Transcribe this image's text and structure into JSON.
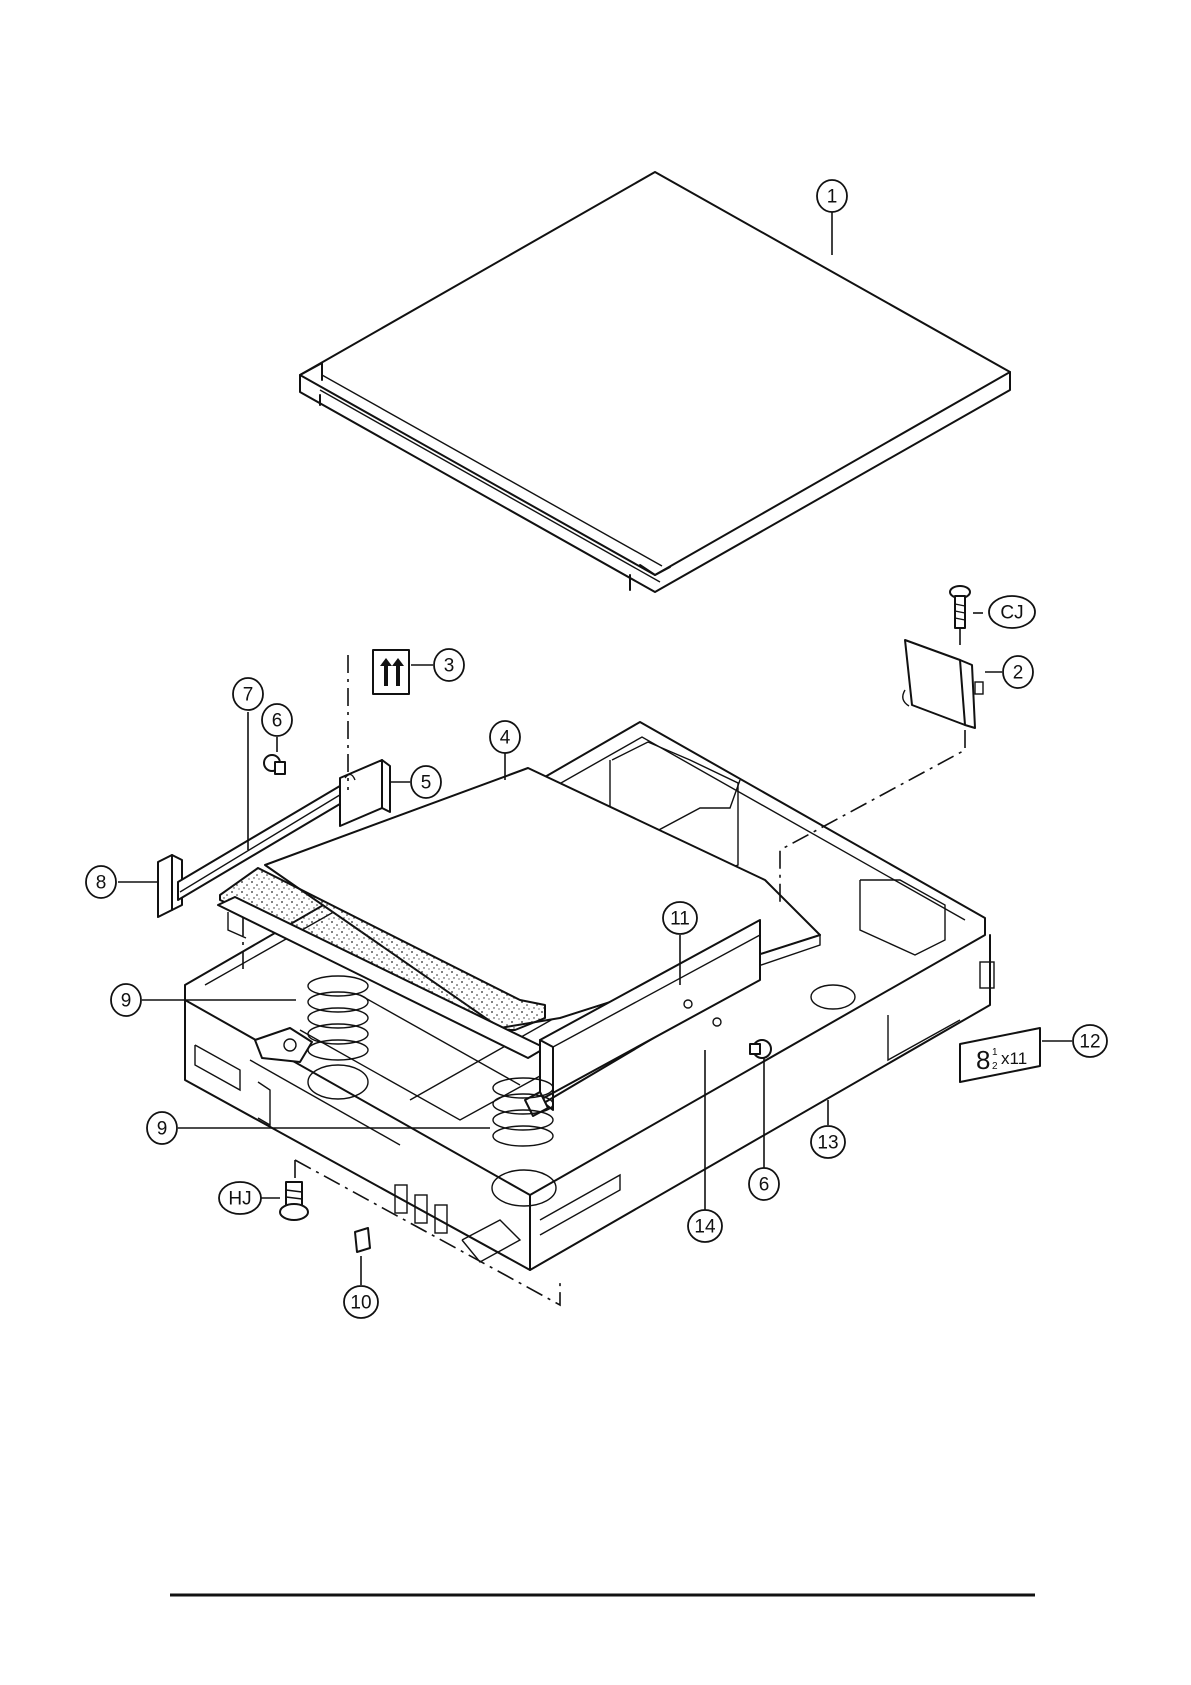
{
  "callouts": {
    "c1": "1",
    "c2": "2",
    "c3": "3",
    "c4": "4",
    "c5": "5",
    "c6a": "6",
    "c6b": "6",
    "c7": "7",
    "c8": "8",
    "c9a": "9",
    "c9b": "9",
    "c10": "10",
    "c11": "11",
    "c12": "12",
    "c13": "13",
    "c14": "14",
    "cj": "CJ",
    "hj": "HJ"
  },
  "label_paper_size": {
    "whole": "8",
    "fraction_num": "1",
    "fraction_den": "2",
    "rest": "x11"
  },
  "colors": {
    "ink": "#111111",
    "paper": "#ffffff"
  }
}
